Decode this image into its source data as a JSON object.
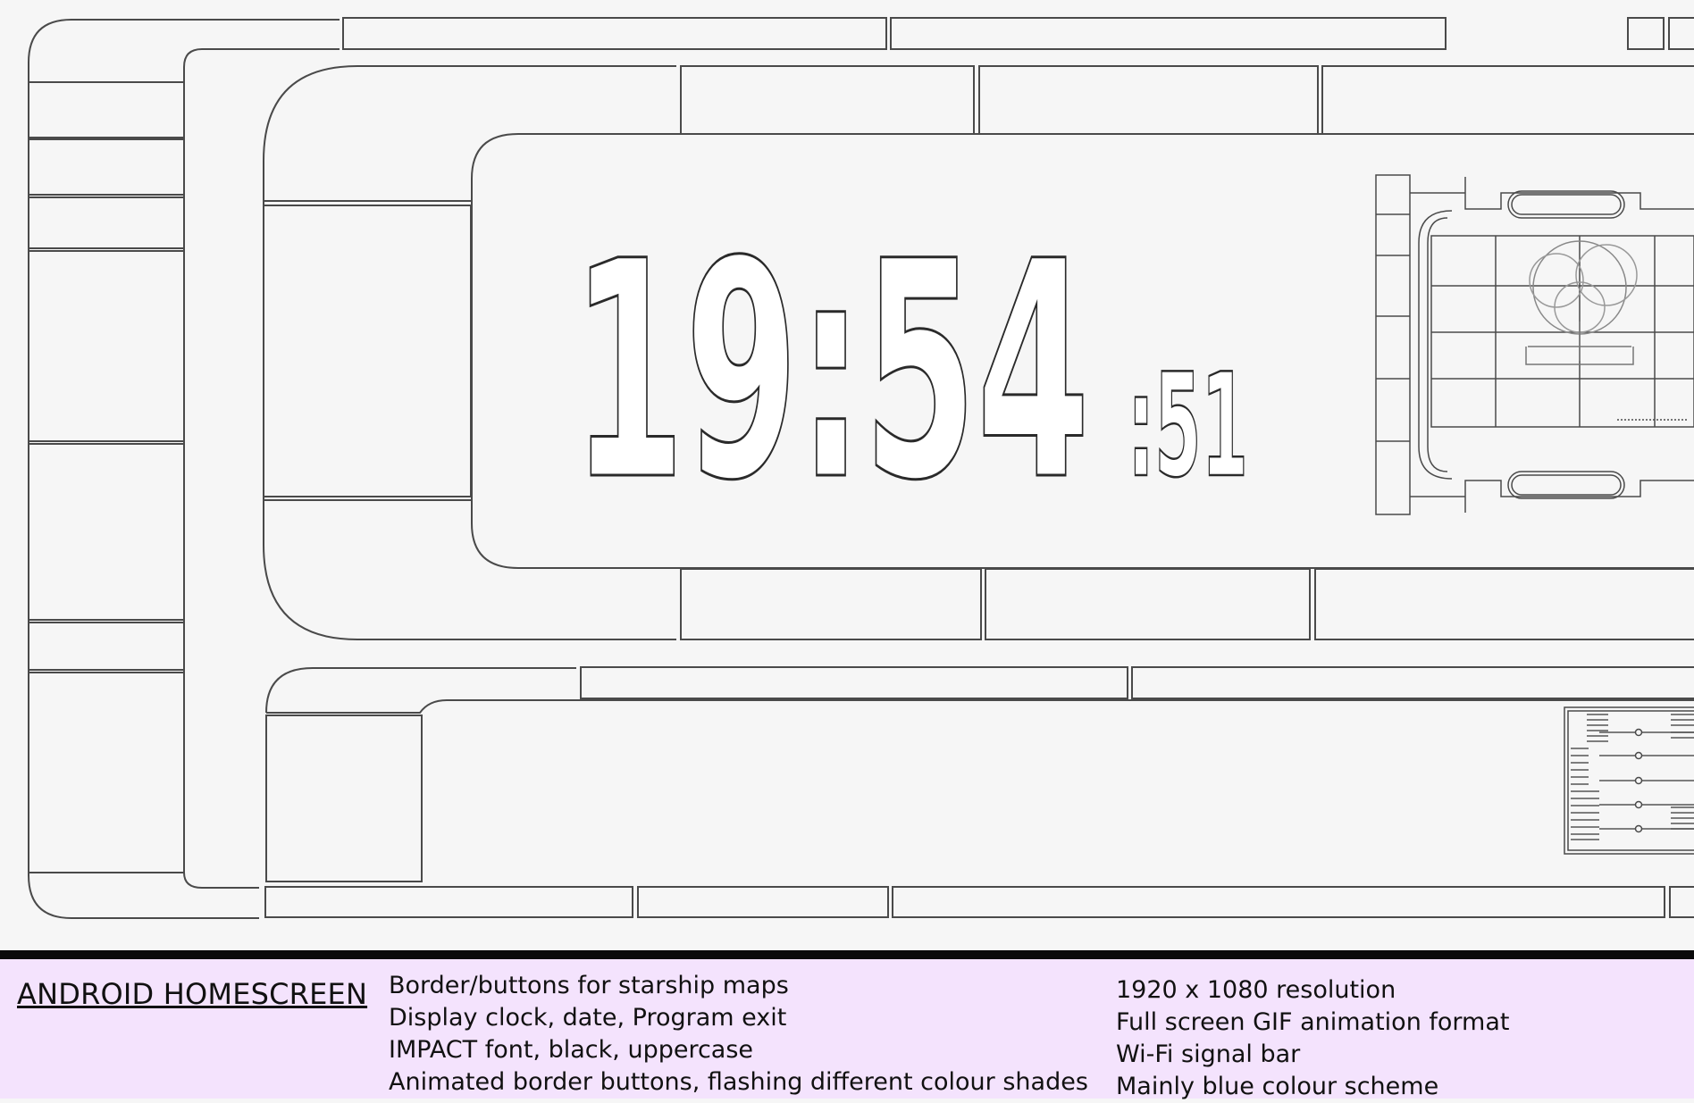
{
  "clock": {
    "hours_minutes": "19:54",
    "seconds": ":51"
  },
  "notes": {
    "title": "ANDROID HOMESCREEN",
    "features_left": [
      "Border/buttons for starship maps",
      "Display clock, date, Program exit",
      "IMPACT font, black, uppercase",
      "Animated border buttons, flashing different colour shades"
    ],
    "features_right": [
      "1920 x 1080 resolution",
      "Full screen GIF animation format",
      "Wi-Fi signal bar",
      "Mainly blue colour scheme"
    ]
  },
  "colors": {
    "line": "#4a4a4a",
    "background": "#f6f6f6",
    "notes_panel": "#f4e3fd",
    "divider": "#0a0a0a"
  },
  "icons": [
    "starship-map-icon",
    "signal-panel-icon"
  ]
}
